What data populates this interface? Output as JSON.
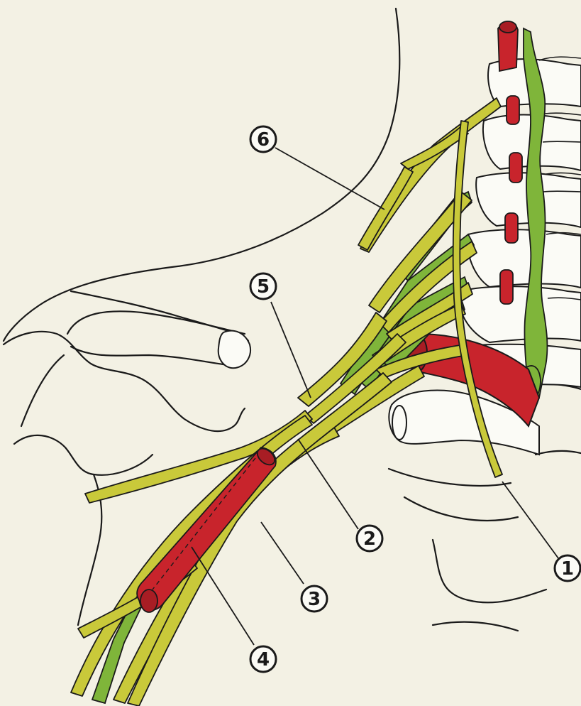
{
  "colors": {
    "background": "#f3f1e4",
    "outline": "#1a1a1a",
    "nerve_yellow": "#c9c93a",
    "nerve_green": "#7fb53a",
    "artery_red": "#c8242c",
    "bone_white": "#fbfbf6"
  },
  "labels": [
    {
      "id": "1",
      "text": "1"
    },
    {
      "id": "2",
      "text": "2"
    },
    {
      "id": "3",
      "text": "3"
    },
    {
      "id": "4",
      "text": "4"
    },
    {
      "id": "5",
      "text": "5"
    },
    {
      "id": "6",
      "text": "6"
    }
  ]
}
